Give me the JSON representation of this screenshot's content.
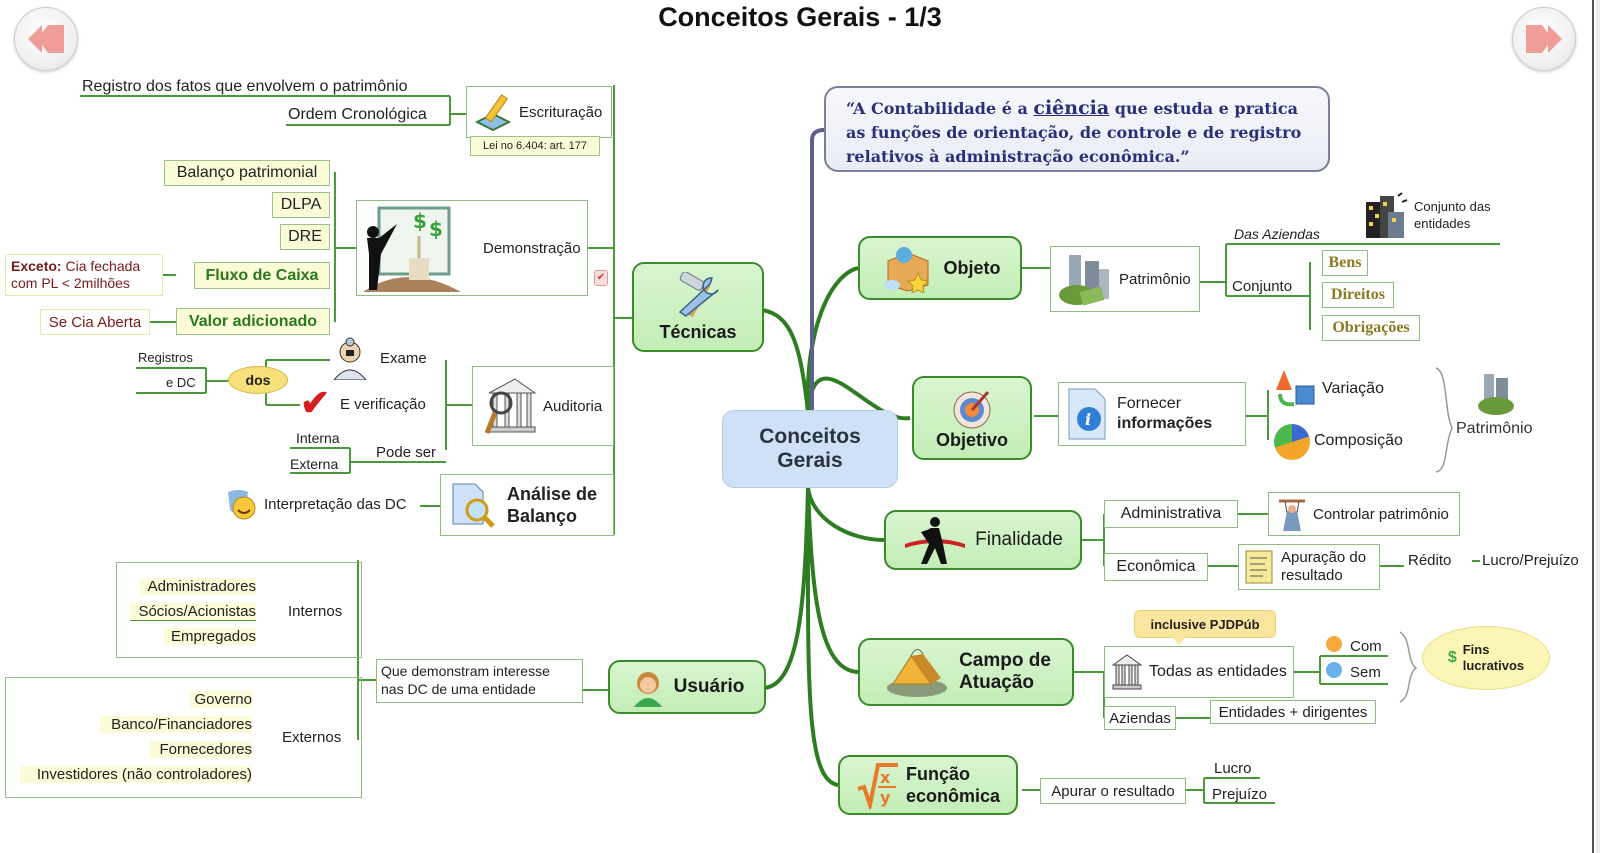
{
  "page": {
    "title": "Conceitos Gerais - 1/3",
    "prev_icon": "arrow-left-icon",
    "next_icon": "arrow-right-icon"
  },
  "center": {
    "line1": "Conceitos",
    "line2": "Gerais"
  },
  "quote": {
    "part1": "“A Contabilidade é a ",
    "emph": "ciência",
    "part2": " que estuda e pratica as funções de orientação, de controle e de registro relativos à administração econômica.”"
  },
  "tecnicas": {
    "label": "Técnicas",
    "escrituracao": {
      "label": "Escrituração",
      "note": "Lei no 6.404: art. 177",
      "children": [
        "Registro dos fatos que envolvem o patrimônio",
        "Ordem Cronológica"
      ]
    },
    "demonstracao": {
      "label": "Demonstração",
      "items": [
        "Balanço patrimonial",
        "DLPA",
        "DRE",
        "Fluxo de Caixa",
        "Valor adicionado"
      ],
      "fluxo_note_bold": "Exceto:",
      "fluxo_note_l1": " Cia fechada",
      "fluxo_note_l2": "com PL <  2milhões",
      "valor_note": "Se Cia Aberta"
    },
    "auditoria": {
      "label": "Auditoria",
      "exame": "Exame",
      "verificacao": "E verificação",
      "dos": "dos",
      "dos_children": [
        "Registros",
        "e DC"
      ],
      "pode_ser": "Pode ser",
      "pode_children": [
        "Interna",
        "Externa"
      ]
    },
    "analise": {
      "line1": "Análise de",
      "line2": "Balanço",
      "child": "Interpretação das DC"
    }
  },
  "usuario": {
    "label": "Usuário",
    "desc_l1": "Que demonstram interesse",
    "desc_l2": "nas DC de uma entidade",
    "internos": {
      "label": "Internos",
      "items": [
        "Administradores",
        "Sócios/Acionistas",
        "Empregados"
      ]
    },
    "externos": {
      "label": "Externos",
      "items": [
        "Governo",
        "Banco/Financiadores",
        "Fornecedores",
        "Investidores (não controladores)"
      ]
    }
  },
  "objeto": {
    "label": "Objeto",
    "patrimonio": "Patrimônio",
    "das_aziendas": "Das Aziendas",
    "conjunto_entidades_l1": "Conjunto das",
    "conjunto_entidades_l2": "entidades",
    "conjunto": "Conjunto",
    "items": [
      "Bens",
      "Direitos",
      "Obrigações"
    ]
  },
  "objetivo": {
    "label": "Objetivo",
    "fornecer_l1": "Fornecer",
    "fornecer_l2": "informações",
    "items": [
      "Variação",
      "Composição"
    ],
    "target": "Patrimônio"
  },
  "finalidade": {
    "label": "Finalidade",
    "administrativa": "Administrativa",
    "controlar": "Controlar patrimônio",
    "economica": "Econômica",
    "apuracao_l1": "Apuração do",
    "apuracao_l2": "resultado",
    "redito": "Rédito",
    "lucro_prejuizo": "Lucro/Prejuízo"
  },
  "campo": {
    "line1": "Campo de",
    "line2": "Atuação",
    "callout": "inclusive PJDPúb",
    "todas": "Todas as entidades",
    "com": "Com",
    "sem": "Sem",
    "fins_l1": "Fins",
    "fins_l2": "lucrativos",
    "aziendas": "Aziendas",
    "entidades_dirigentes": "Entidades + dirigentes"
  },
  "funcao": {
    "line1": "Função",
    "line2": "econômica",
    "apurar": "Apurar o resultado",
    "items": [
      "Lucro",
      "Prejuízo"
    ]
  },
  "colors": {
    "branch_green": "#2f7d22",
    "node_fill": "#c9efbd",
    "center_fill": "#cfe1f6",
    "quote_text": "#2b2f7a",
    "highlight_yellow": "#fbfbd8",
    "nav_arrow": "#ef8d87"
  }
}
